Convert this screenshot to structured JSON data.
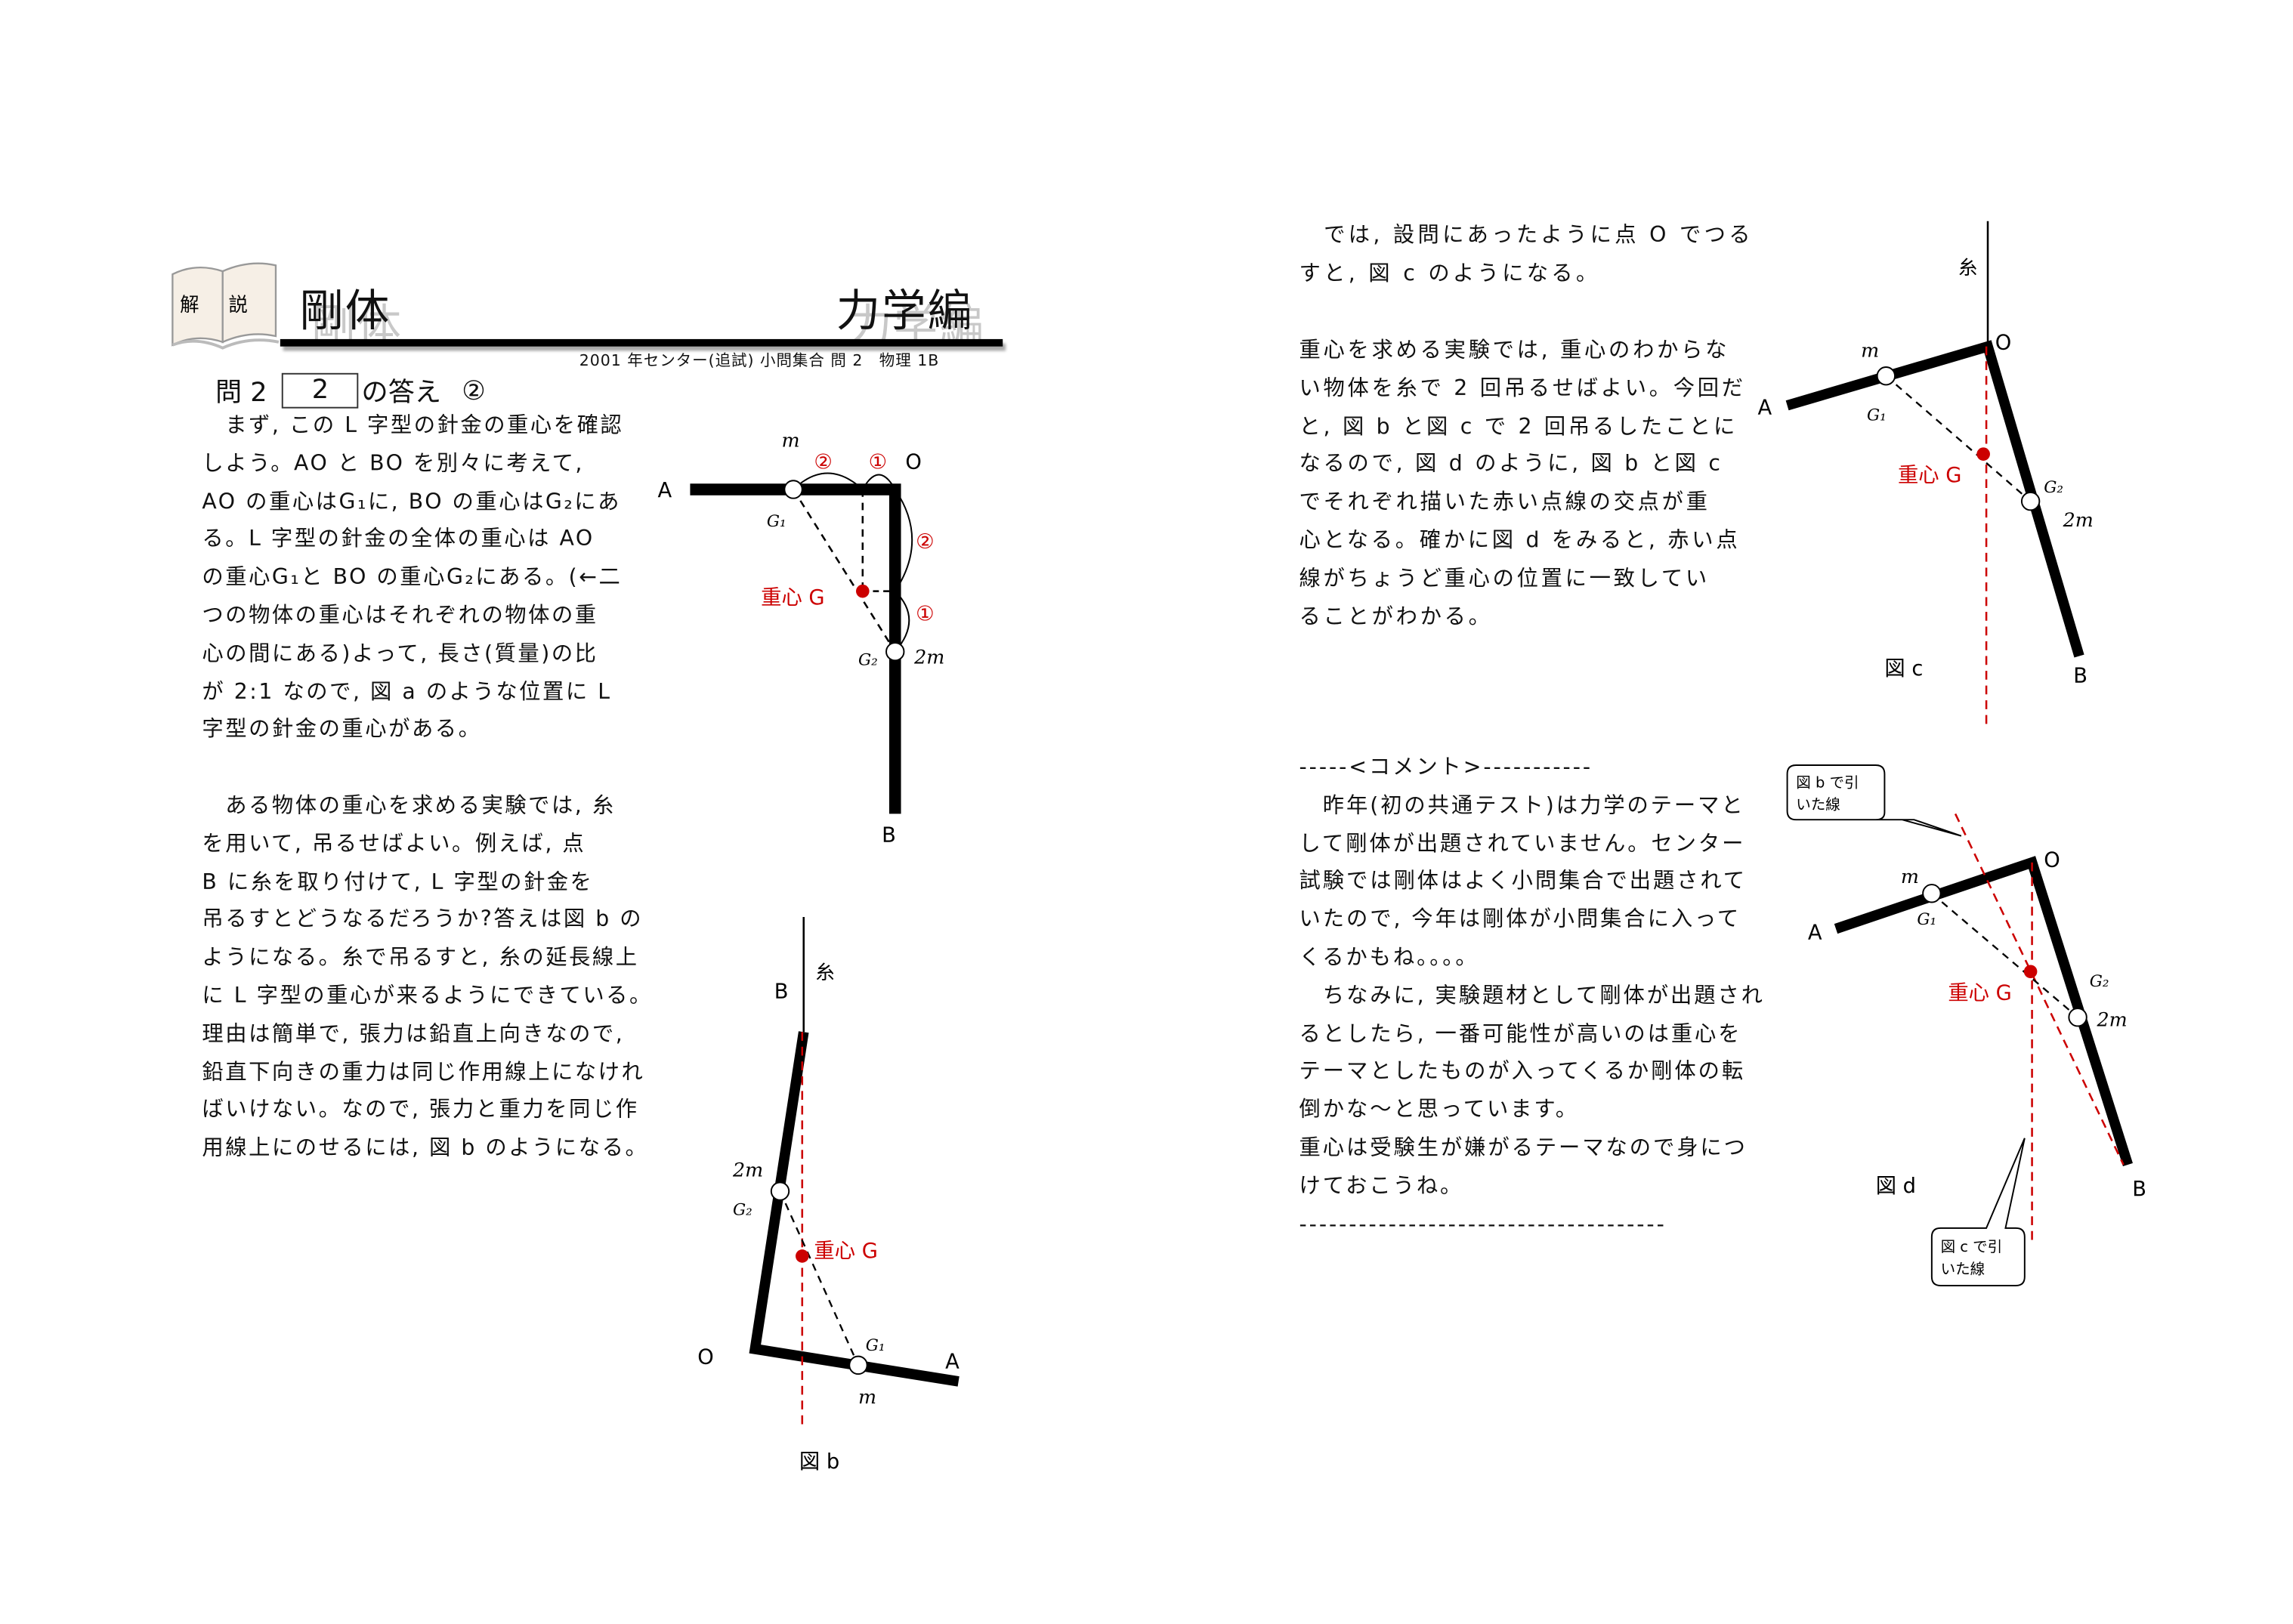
{
  "header": {
    "badge": [
      "解",
      "説"
    ],
    "title": "剛体",
    "section": "力学編",
    "source": "2001 年センター(追試) 小問集合 問 2　物理 1B"
  },
  "question": {
    "label": "問 2",
    "blank": "2",
    "suffix": "の答え",
    "answer": "②"
  },
  "left_paragraph_1": [
    "　まず, この L 字型の針金の重心を確認",
    "しよう。AO と BO を別々に考えて,",
    "AO の重心はG₁に, BO の重心はG₂にあ",
    "る。L 字型の針金の全体の重心は AO",
    "の重心G₁と BO の重心G₂にある。(←二",
    "つの物体の重心はそれぞれの物体の重",
    "心の間にある)よって, 長さ(質量)の比",
    "が 2:1 なので, 図 a のような位置に L",
    "字型の針金の重心がある。"
  ],
  "left_paragraph_2": [
    "　ある物体の重心を求める実験では, 糸",
    "を用いて, 吊るせばよい。例えば, 点",
    "B に糸を取り付けて, L 字型の針金を",
    "吊るすとどうなるだろうか?答えは図 b の",
    "ようになる。糸で吊るすと, 糸の延長線上",
    "に L 字型の重心が来るようにできている。",
    "理由は簡単で, 張力は鉛直上向きなので,",
    "鉛直下向きの重力は同じ作用線上になけれ",
    "ばいけない。なので, 張力と重力を同じ作",
    "用線上にのせるには, 図 b のようになる。"
  ],
  "right_paragraph_1": [
    "　では, 設問にあったように点 O でつる",
    "すと, 図 c のようになる。"
  ],
  "right_paragraph_2": [
    "重心を求める実験では, 重心のわからな",
    "い物体を糸で 2 回吊るせばよい。今回だ",
    "と, 図 b と図 c で 2 回吊るしたことに",
    "なるので, 図 d のように, 図 b と図 c",
    "でそれぞれ描いた赤い点線の交点が重",
    "心となる。確かに図 d をみると, 赤い点",
    "線がちょうど重心の位置に一致してい",
    "ることがわかる。"
  ],
  "comment": [
    " -----<コメント>-----------",
    "　昨年(初の共通テスト)は力学のテーマと",
    "して剛体が出題されていません。センター",
    "試験では剛体はよく小問集合で出題されて",
    "いたので, 今年は剛体が小問集合に入って",
    "くるかもね。。。。",
    "　ちなみに, 実験題材として剛体が出題され",
    "るとしたら, 一番可能性が高いのは重心を",
    "テーマとしたものが入ってくるか剛体の転",
    "倒かな～と思っています。",
    "重心は受験生が嫌がるテーマなので身につ",
    "けておこうね。",
    "-------------------------------------"
  ],
  "figure_labels": {
    "A": "A",
    "B": "B",
    "O": "O",
    "m": "m",
    "two_m": "2m",
    "G1": "G₁",
    "G2": "G₂",
    "cog": "重心 G",
    "string": "糸",
    "ratio_2": "②",
    "ratio_1": "①",
    "fig_b": "図 b",
    "fig_c": "図 c",
    "fig_d": "図 d",
    "callout_b": [
      "図 b で引",
      "いた線"
    ],
    "callout_c": [
      "図 c で引",
      "いた線"
    ]
  },
  "colors": {
    "accent_red": "#cc0000",
    "text": "#111111"
  }
}
